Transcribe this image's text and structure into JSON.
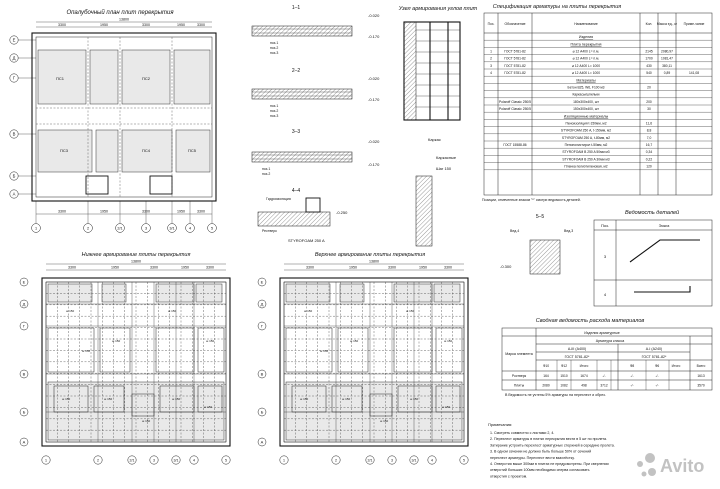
{
  "plan_top": {
    "title": "Опалубочный план плит перекрытия",
    "dims_top": [
      "3300",
      "1950",
      "3300",
      "1950",
      "3300"
    ],
    "total": "13800",
    "rows": [
      "Е",
      "Д",
      "Г",
      "В",
      "Б",
      "А"
    ],
    "cols": [
      "1",
      "2",
      "2/1",
      "3",
      "3/1",
      "4",
      "5"
    ],
    "marks": [
      "ПС1",
      "ПС2",
      "ПС3",
      "ПС4",
      "ПС5"
    ]
  },
  "section_1": {
    "title": "1–1",
    "levels": [
      "-0.020",
      "-0.170"
    ],
    "labels": [
      "поз.1",
      "поз.2",
      "поз.3"
    ]
  },
  "section_2": {
    "title": "2–2",
    "levels": [
      "-0.020",
      "-0.170"
    ],
    "labels": [
      "поз.1",
      "поз.2",
      "поз.3"
    ]
  },
  "section_3": {
    "title": "3–3",
    "levels": [
      "-0.020",
      "-0.170"
    ],
    "labels": [
      "поз.1",
      "поз.2",
      "поз.3"
    ]
  },
  "section_4": {
    "title": "4–4",
    "levels": [
      "-0.250"
    ],
    "labels": [
      "Гидроизоляция",
      "Рестверк",
      "STYROFOAM 250 A"
    ]
  },
  "section_5": {
    "title": "5–5",
    "levels": [
      "-0.300"
    ],
    "labels": [
      "Вед.4",
      "Вед.3"
    ]
  },
  "node": {
    "title": "Узел армирования углов плит",
    "labels": [
      "Каркас",
      "Каркасные",
      "Шаг 150"
    ]
  },
  "bottom_plan": {
    "title": "Нижнее армирование плиты перекрытия",
    "dims": [
      "3300",
      "1950",
      "3300",
      "1950",
      "3300"
    ],
    "total": "13800",
    "rows": [
      "Е",
      "Д",
      "Г",
      "В",
      "Б",
      "А"
    ],
    "cols": [
      "1",
      "2",
      "2/1",
      "3",
      "3/1",
      "4",
      "5"
    ],
    "bar_label": "ш 150"
  },
  "top_plan": {
    "title": "Верхнее армирование плиты перекрытия",
    "dims": [
      "3300",
      "1950",
      "3300",
      "1950",
      "3300"
    ],
    "total": "13800",
    "rows": [
      "Е",
      "Д",
      "Г",
      "В",
      "Б",
      "А"
    ],
    "cols": [
      "1",
      "2",
      "2/1",
      "3",
      "3/1",
      "4",
      "5"
    ],
    "bar_label": "ш 150"
  },
  "spec": {
    "title": "Спецификация арматуры на плиты перекрытия",
    "headers": [
      "Поз.",
      "Обозначение",
      "Наименование",
      "Кол.",
      "Масса ед., кг",
      "Приме-чание"
    ],
    "section_title": "Изделия",
    "group_title": "Плита перекрытия",
    "rows": [
      [
        "1",
        "ГОСТ 5781-82",
        "⌀ 12 А400 L= п.м.",
        "2145",
        "2080,97",
        ""
      ],
      [
        "2",
        "ГОСТ 5781-82",
        "⌀ 12 А400 L= п.м.",
        "1700",
        "1081,47",
        ""
      ],
      [
        "3",
        "ГОСТ 5781-82",
        "⌀ 12 А400 L= 1000",
        "430",
        "380,11",
        ""
      ],
      [
        "4",
        "ГОСТ 5781-82",
        "⌀ 12 А400 L= 1000",
        "540",
        "0,89",
        "141,08"
      ]
    ],
    "materials_title": "Материалы",
    "materials": [
      [
        "",
        "",
        "Бетон В25, W6, F100 м3",
        "20",
        ""
      ],
      [
        "",
        "",
        "Каркасы/шпильки",
        "",
        ""
      ],
      [
        "",
        "Polaroff Classic 250/5",
        "180х300х400, шт",
        "200",
        ""
      ],
      [
        "",
        "Polaroff Classic 250/5",
        "150х300х400, шт",
        "30",
        ""
      ]
    ],
    "insulation_title": "Изоляционные материалы",
    "insulation": [
      [
        "",
        "",
        "Пеноизоляция t-150мм, м2",
        "11,6",
        ""
      ],
      [
        "",
        "",
        "STYROFOAM 250 А, t-150мм, м2",
        "8,8",
        ""
      ],
      [
        "",
        "",
        "STYROFOAM 250 A, t-80мм, м2",
        "7,0",
        ""
      ],
      [
        "",
        "ГОСТ 15588-86",
        "Пенополистирол t-50мм, м2",
        "16,7",
        ""
      ],
      [
        "",
        "",
        "STYROFOAM B 250 A 50мм м3",
        "0,34",
        ""
      ],
      [
        "",
        "",
        "STYROFOAM B 250 A 30мм м3",
        "0,22",
        ""
      ],
      [
        "",
        "",
        "Пленка полиэтиленовая, м2",
        "120",
        ""
      ]
    ],
    "note": "Позиции, отмеченные знаком \"*\" смотри ведомость деталей."
  },
  "details": {
    "title": "Ведомость деталей",
    "headers": [
      "Поз.",
      "Эскиз"
    ],
    "rows": [
      "3",
      "4"
    ]
  },
  "summary": {
    "title": "Сводная ведомость расхода материалов",
    "head_product": "Изделия арматурные",
    "head_rebar": "Арматура класса",
    "cols_a": "А-III (А400)",
    "cols_b": "A-I (A240)",
    "gost_a": "ГОСТ 5781-82*",
    "gost_b": "ГОСТ 5781-82*",
    "label_col": "Марка элемента",
    "sub": [
      "Ф10",
      "Ф12",
      "Итого",
      "Ф8",
      "Ф6",
      "Итого",
      "Всего"
    ],
    "rows": [
      [
        "Ростверк",
        "164",
        "1510",
        "1674",
        "-/-",
        "-/-",
        "-/-",
        "1613"
      ],
      [
        "Плиты",
        "2080",
        "1082",
        "498",
        "3712",
        "-/-",
        "-/-",
        "3570"
      ]
    ],
    "footnote": "В Ведомость не учтены 5% арматуры на перехлест и обрез."
  },
  "notes": {
    "title": "Примечания:",
    "items": [
      "1. Смотреть совместно с листами 2, 4.",
      "2. Перехлест арматуры в плиткх перекрытия вести в 5 шт по пролета.",
      "   Затирание устроить перехлест арматурных стержней в середине пролета.",
      "3. В одном сечении не должно быть больше 50% от сечений",
      "   перехлест арматуры. Перехлест вести взахлёстку.",
      "4. Отверстия выше 300мм в плитах не предусмотрены. При сверлении",
      "   отверстий больших 100мм необходимо сперва согласовать",
      "   отверстия с проектом."
    ]
  },
  "watermark": {
    "text": "Avito"
  }
}
